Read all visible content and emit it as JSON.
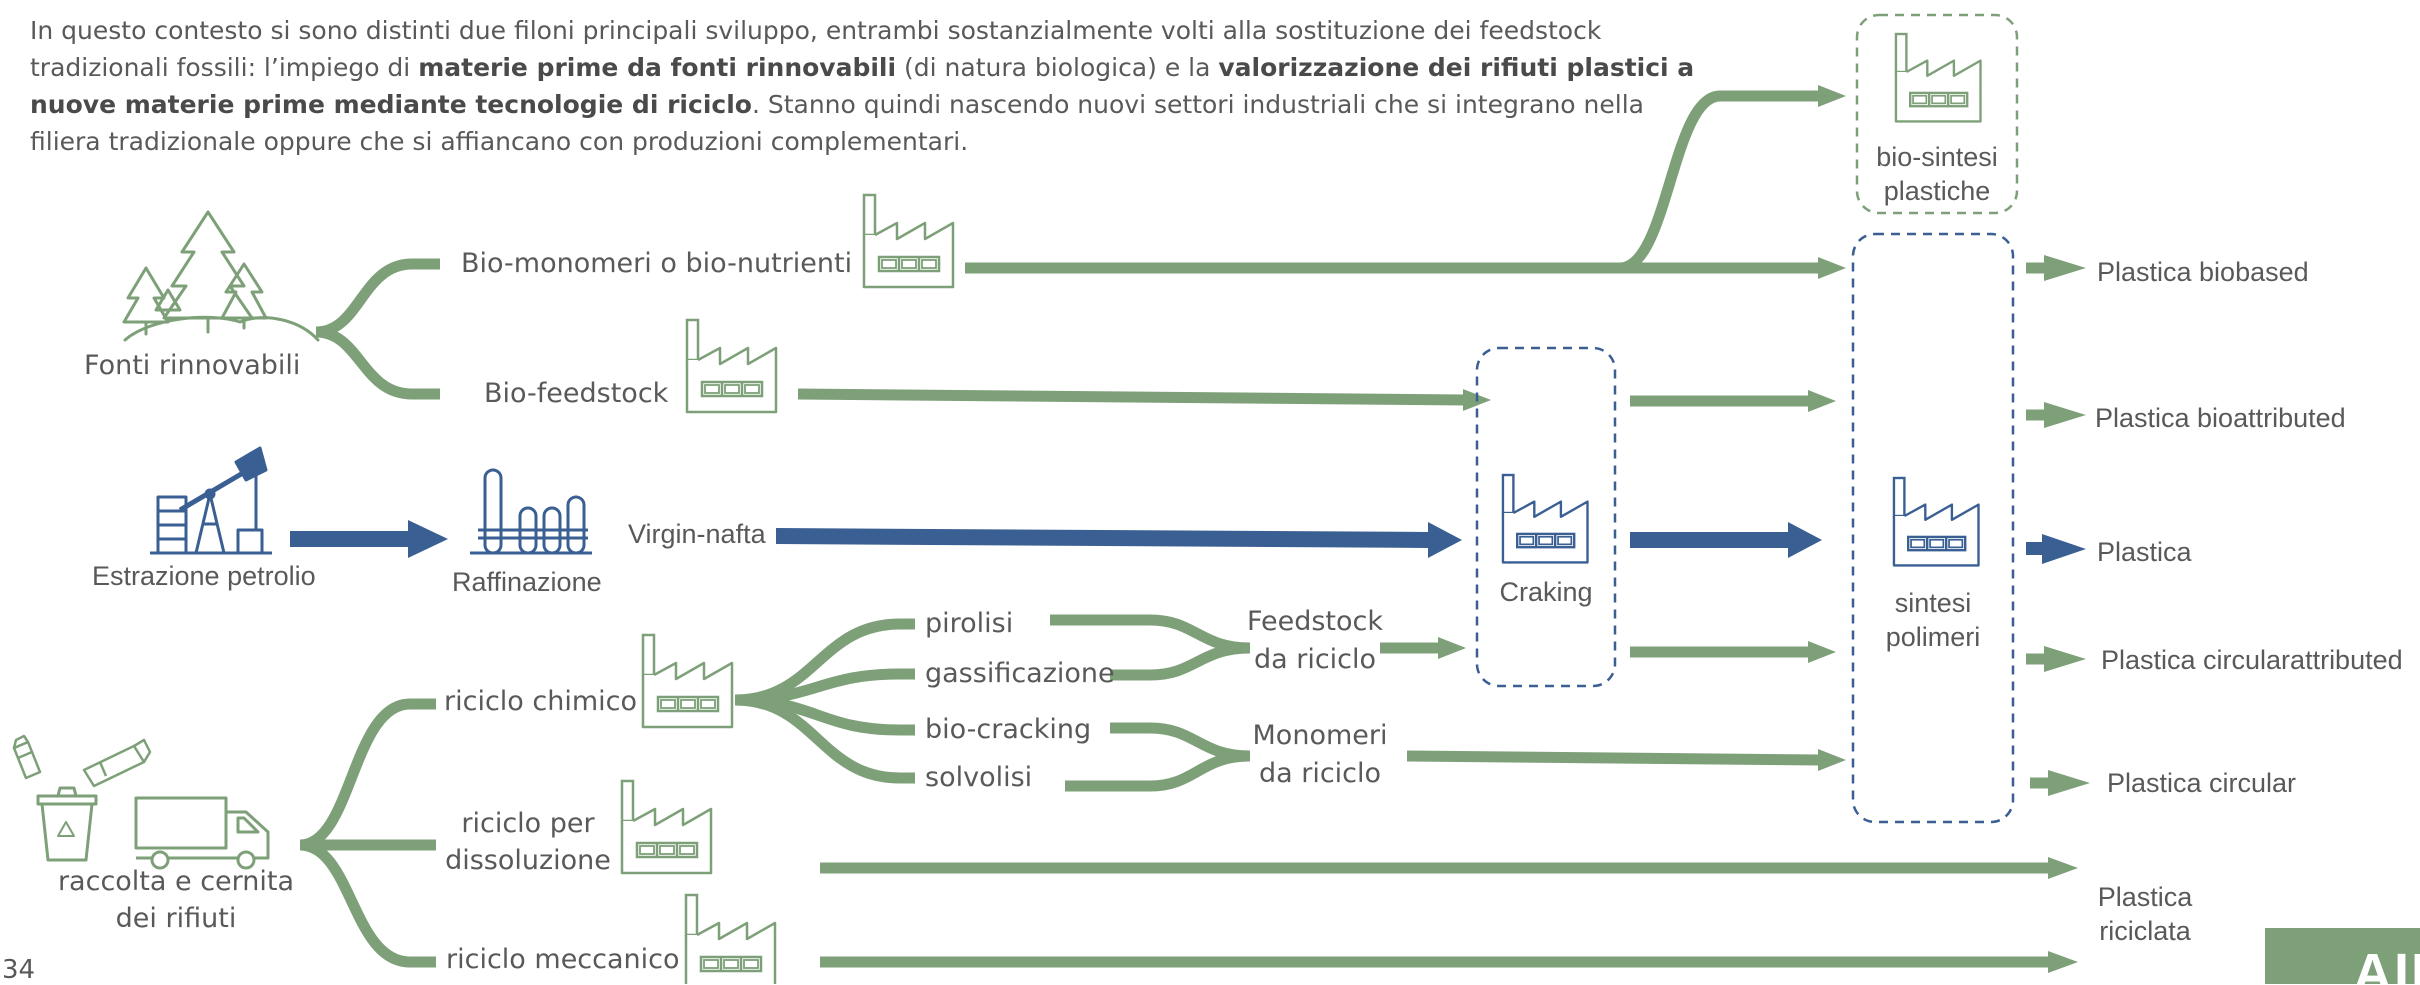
{
  "intro": {
    "s1": "In questo contesto si sono distinti due filoni principali sviluppo, entrambi sostanzialmente volti alla sostituzione dei feedstock tradizionali fossili: l’impiego di ",
    "b1": "materie prime da fonti rinnovabili",
    "s2": " (di natura biologica) e la ",
    "b2": "valorizzazione dei rifiuti plastici a nuove materie prime mediante tecnologie di riciclo",
    "s3": ". Stanno quindi nascendo nuovi settori industriali che si integrano nella filiera tradizionale oppure che si affiancano con produzioni complementari."
  },
  "sources": {
    "renewables": "Fonti rinnovabili",
    "oil_extraction": "Estrazione petrolio",
    "refining": "Raffinazione",
    "waste_line1": "raccolta e cernita",
    "waste_line2": "dei rifiuti"
  },
  "streams": {
    "bio_monomers": "Bio-monomeri o bio-nutrienti",
    "bio_feedstock": "Bio-feedstock",
    "virgin_naphtha": "Virgin-nafta",
    "chemical_recycling": "riciclo chimico",
    "dissolution_line1": "riciclo per",
    "dissolution_line2": "dissoluzione",
    "mechanical_recycling": "riciclo meccanico"
  },
  "processes": {
    "pyrolysis": "pirolisi",
    "gasification": "gassificazione",
    "bio_cracking": "bio-cracking",
    "solvolysis": "solvolisi"
  },
  "intermediates": {
    "feedstock_line1": "Feedstock",
    "feedstock_line2": "da riciclo",
    "monomers_line1": "Monomeri",
    "monomers_line2": "da riciclo"
  },
  "plants": {
    "cracking": "Craking",
    "biosynthesis_line1": "bio-sintesi",
    "biosynthesis_line2": "plastiche",
    "polymer_synthesis_line1": "sintesi",
    "polymer_synthesis_line2": "polimeri"
  },
  "outputs": {
    "biobased": "Plastica biobased",
    "bioattributed": "Plastica bioattributed",
    "plastic": "Plastica",
    "circular_attributed": "Plastica circularattributed",
    "circular": "Plastica circular",
    "recycled_line1": "Plastica",
    "recycled_line2": "riciclata"
  },
  "footer": {
    "page_number": "34",
    "logo_text": "AID"
  },
  "colors": {
    "green": "#7ea079",
    "blue": "#3a5f93",
    "text": "#595959"
  },
  "icons": {
    "forest": "forest-icon",
    "pumpjack": "oil-pumpjack-icon",
    "refinery": "refinery-icon",
    "factory": "factory-icon",
    "bin": "recycle-bin-icon",
    "truck": "truck-icon",
    "bottle": "bottle-icon"
  }
}
